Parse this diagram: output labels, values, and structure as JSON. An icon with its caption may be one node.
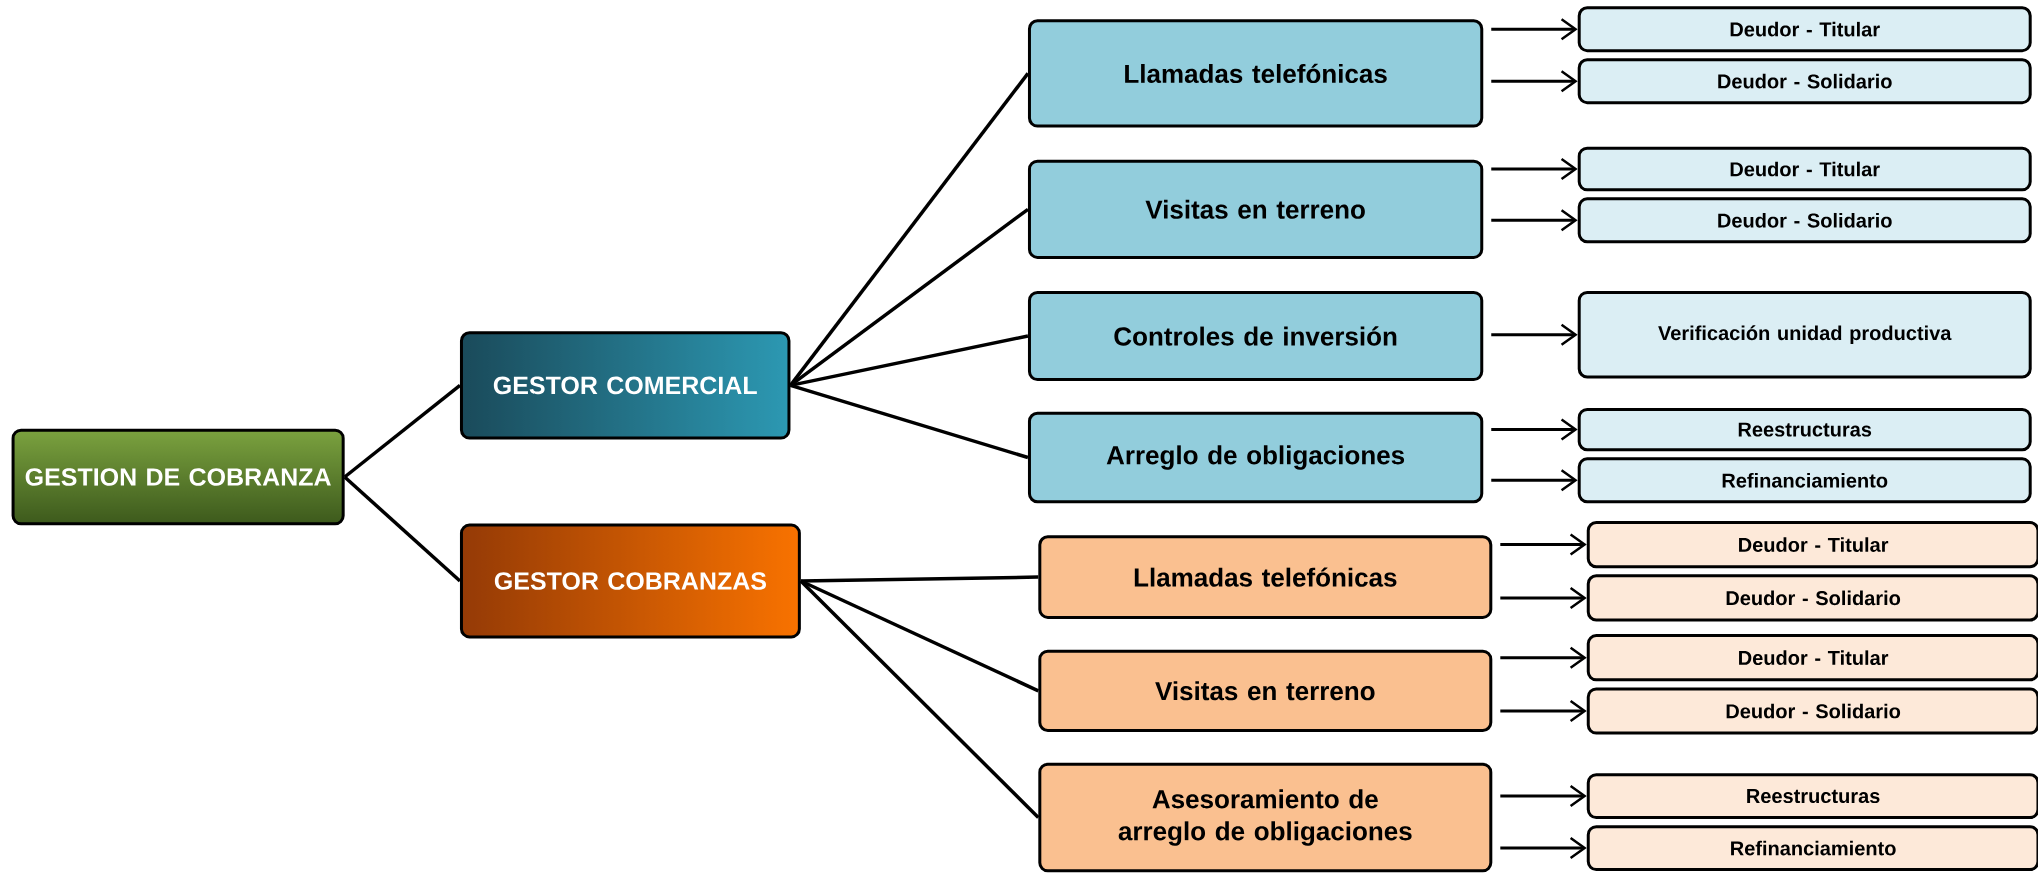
{
  "diagram": {
    "nodes": [
      {
        "text": [
          "GESTION DE COBRANZA"
        ]
      },
      {
        "text": [
          "GESTOR COMERCIAL"
        ]
      },
      {
        "text": [
          "Llamadas telefónicas"
        ]
      },
      {
        "text": [
          "Deudor - Titular"
        ]
      },
      {
        "text": [
          "Deudor - Solidario"
        ]
      },
      {
        "text": [
          "Visitas en terreno"
        ]
      },
      {
        "text": [
          "Deudor - Titular"
        ]
      },
      {
        "text": [
          "Deudor - Solidario"
        ]
      },
      {
        "text": [
          "Controles de inversión"
        ]
      },
      {
        "text": [
          "Verificación unidad productiva"
        ]
      },
      {
        "text": [
          "Arreglo de obligaciones"
        ]
      },
      {
        "text": [
          "Reestructuras"
        ]
      },
      {
        "text": [
          "Refinanciamiento"
        ]
      },
      {
        "text": [
          "GESTOR COBRANZAS"
        ]
      },
      {
        "text": [
          "Llamadas telefónicas"
        ]
      },
      {
        "text": [
          "Deudor - Titular"
        ]
      },
      {
        "text": [
          "Deudor - Solidario"
        ]
      },
      {
        "text": [
          "Visitas en terreno"
        ]
      },
      {
        "text": [
          "Deudor - Titular"
        ]
      },
      {
        "text": [
          "Deudor - Solidario"
        ]
      },
      {
        "text": [
          "Asesoramiento de arreglo de obligaciones"
        ]
      },
      {
        "text": [
          "Reestructuras"
        ]
      },
      {
        "text": [
          "Refinanciamiento"
        ]
      }
    ],
    "edges": [
      {
        "from": 0,
        "to": 1,
        "arrow": "none"
      },
      {
        "from": 0,
        "to": 13,
        "arrow": "none"
      },
      {
        "from": 1,
        "to": 2,
        "arrow": "none"
      },
      {
        "from": 1,
        "to": 5,
        "arrow": "none"
      },
      {
        "from": 1,
        "to": 8,
        "arrow": "none"
      },
      {
        "from": 1,
        "to": 10,
        "arrow": "none"
      },
      {
        "from": 13,
        "to": 14,
        "arrow": "none"
      },
      {
        "from": 13,
        "to": 17,
        "arrow": "none"
      },
      {
        "from": 13,
        "to": 20,
        "arrow": "none"
      },
      {
        "from": 2,
        "to": 3,
        "arrow": "to"
      },
      {
        "from": 2,
        "to": 4,
        "arrow": "to"
      },
      {
        "from": 5,
        "to": 6,
        "arrow": "to"
      },
      {
        "from": 5,
        "to": 7,
        "arrow": "to"
      },
      {
        "from": 8,
        "to": 9,
        "arrow": "to"
      },
      {
        "from": 10,
        "to": 11,
        "arrow": "to"
      },
      {
        "from": 10,
        "to": 12,
        "arrow": "to"
      },
      {
        "from": 14,
        "to": 15,
        "arrow": "to"
      },
      {
        "from": 14,
        "to": 16,
        "arrow": "to"
      },
      {
        "from": 17,
        "to": 18,
        "arrow": "to"
      },
      {
        "from": 17,
        "to": 19,
        "arrow": "to"
      },
      {
        "from": 20,
        "to": 21,
        "arrow": "to"
      },
      {
        "from": 20,
        "to": 22,
        "arrow": "to"
      }
    ]
  }
}
